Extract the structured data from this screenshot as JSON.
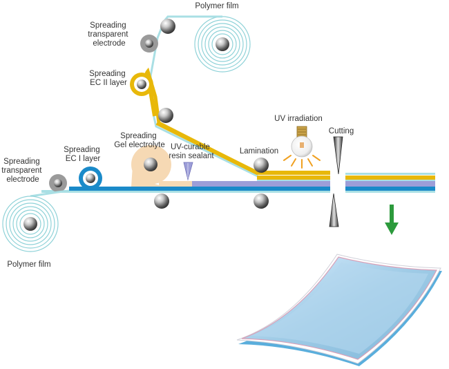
{
  "labels": {
    "polymer_film_top": "Polymer film",
    "spreading_transparent_electrode_top": [
      "Spreading",
      "transparent",
      "electrode"
    ],
    "spreading_ec2_layer": [
      "Spreading",
      "EC II layer"
    ],
    "spreading_gel_electrolyte": [
      "Spreading",
      "Gel electrolyte"
    ],
    "uv_curable_resin_sealant": [
      "UV-curable",
      "resin sealant"
    ],
    "lamination": "Lamination",
    "uv_irradiation": "UV irradiation",
    "cutting": "Cutting",
    "spreading_ec1_layer": [
      "Spreading",
      "EC I layer"
    ],
    "spreading_transparent_electrode_left": [
      "Spreading",
      "transparent",
      "electrode"
    ],
    "polymer_film_bottom": "Polymer film"
  },
  "colors": {
    "film": "#a9dfe4",
    "film_roll": "#8fd2d8",
    "ec2_layer": "#e8b80a",
    "ec1_layer": "#1a8ac9",
    "gel_electrolyte": "#f6d9b4",
    "sealant": "#9d9ed8",
    "roller": "#9a9a9a",
    "arrow": "#2c9a3c"
  }
}
